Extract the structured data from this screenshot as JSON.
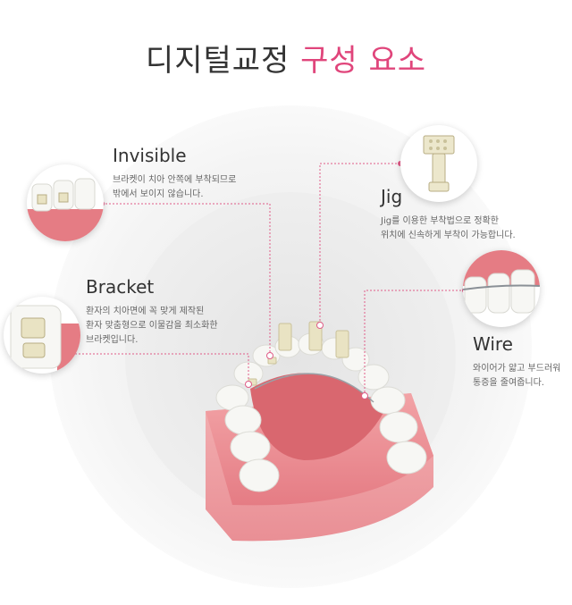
{
  "title": {
    "main": "디지털교정",
    "accent": "구성 요소"
  },
  "accent_color": "#e0457b",
  "components": {
    "invisible": {
      "title": "Invisible",
      "desc": "브라켓이 치아 안쪽에 부착되므로\n밖에서 보이지 않습니다.",
      "icon": "lingual-teeth-closeup"
    },
    "bracket": {
      "title": "Bracket",
      "desc": "환자의 치아면에 꼭 맞게 제작된\n환자 맞춤형으로 이물감을 최소화한\n브라켓입니다.",
      "icon": "bracket-closeup"
    },
    "jig": {
      "title": "Jig",
      "desc": "Jig를 이용한 부착법으로 정확한\n위치에 신속하게 부착이 가능합니다.",
      "icon": "jig-closeup"
    },
    "wire": {
      "title": "Wire",
      "desc": "와이어가 얇고 부드러워\n통증을 줄여줍니다.",
      "icon": "wire-closeup"
    }
  }
}
